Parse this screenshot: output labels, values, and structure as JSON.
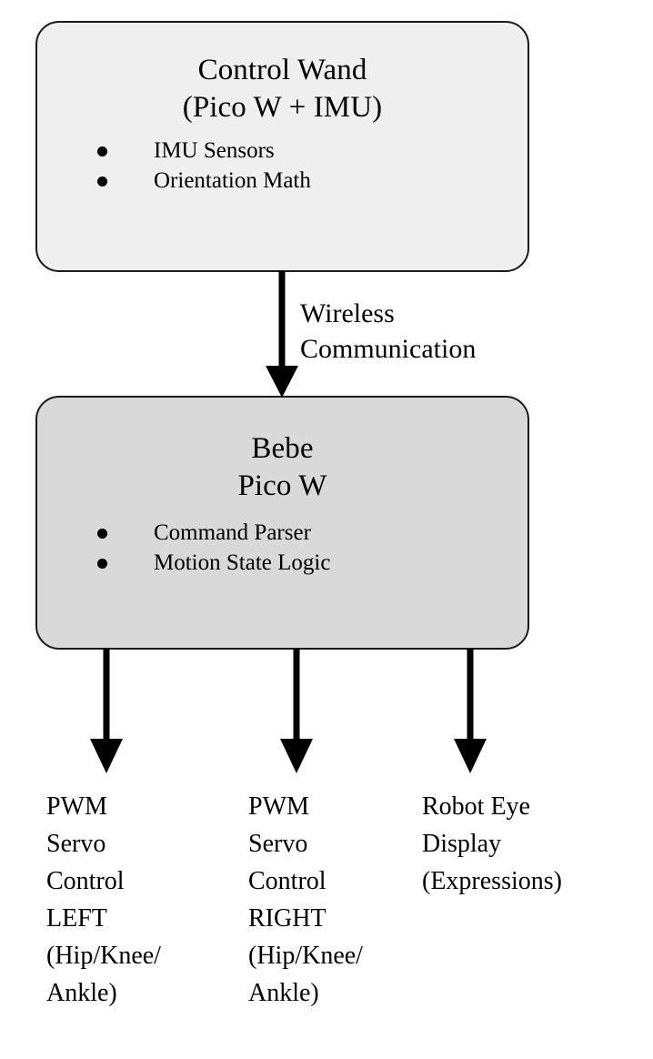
{
  "diagram": {
    "type": "flowchart",
    "background_color": "#ffffff",
    "stroke_color": "#1a1a1a",
    "nodes": [
      {
        "id": "control-wand",
        "title_lines": [
          "Control Wand",
          "(Pico W + IMU)"
        ],
        "bullets": [
          "IMU Sensors",
          "Orientation Math"
        ],
        "fill_color": "#efefef"
      },
      {
        "id": "bebe",
        "title_lines": [
          "Bebe",
          "Pico W"
        ],
        "bullets": [
          "Command Parser",
          "Motion State Logic"
        ],
        "fill_color": "#d9d9d9"
      }
    ],
    "edge_label": {
      "line1": "Wireless",
      "line2": "Communication"
    },
    "outputs": [
      {
        "id": "servo-left",
        "lines": [
          "PWM",
          "Servo",
          "Control",
          "LEFT",
          "(Hip/Knee/",
          "Ankle)"
        ]
      },
      {
        "id": "servo-right",
        "lines": [
          "PWM",
          "Servo",
          "Control",
          "RIGHT",
          "(Hip/Knee/",
          "Ankle)"
        ]
      },
      {
        "id": "eye-display",
        "lines": [
          "Robot Eye",
          "Display",
          "(Expressions)"
        ]
      }
    ]
  }
}
